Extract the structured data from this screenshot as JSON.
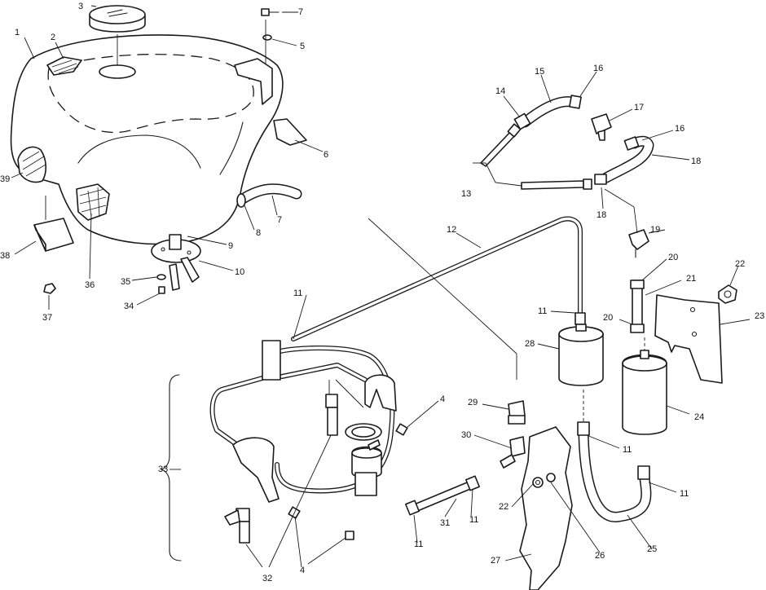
{
  "callouts": [
    {
      "id": "c1",
      "text": "1"
    },
    {
      "id": "c2",
      "text": "2"
    },
    {
      "id": "c3",
      "text": "3"
    },
    {
      "id": "c7a",
      "text": "7"
    },
    {
      "id": "c5",
      "text": "5"
    },
    {
      "id": "c6",
      "text": "6"
    },
    {
      "id": "c39",
      "text": "39"
    },
    {
      "id": "c8",
      "text": "8"
    },
    {
      "id": "c7b",
      "text": "7"
    },
    {
      "id": "c9",
      "text": "9"
    },
    {
      "id": "c10",
      "text": "10"
    },
    {
      "id": "c38",
      "text": "38"
    },
    {
      "id": "c36",
      "text": "36"
    },
    {
      "id": "c35",
      "text": "35"
    },
    {
      "id": "c34",
      "text": "34"
    },
    {
      "id": "c37",
      "text": "37"
    },
    {
      "id": "c14",
      "text": "14"
    },
    {
      "id": "c15",
      "text": "15"
    },
    {
      "id": "c16a",
      "text": "16"
    },
    {
      "id": "c17",
      "text": "17"
    },
    {
      "id": "c16b",
      "text": "16"
    },
    {
      "id": "c18a",
      "text": "18"
    },
    {
      "id": "c13",
      "text": "13"
    },
    {
      "id": "c18b",
      "text": "18"
    },
    {
      "id": "c12",
      "text": "12"
    },
    {
      "id": "c19",
      "text": "19"
    },
    {
      "id": "c20a",
      "text": "20"
    },
    {
      "id": "c21",
      "text": "21"
    },
    {
      "id": "c22a",
      "text": "22"
    },
    {
      "id": "c23",
      "text": "23"
    },
    {
      "id": "c11a",
      "text": "11"
    },
    {
      "id": "c11b",
      "text": "11"
    },
    {
      "id": "c20b",
      "text": "20"
    },
    {
      "id": "c28",
      "text": "28"
    },
    {
      "id": "c24",
      "text": "24"
    },
    {
      "id": "c4a",
      "text": "4"
    },
    {
      "id": "c29",
      "text": "29"
    },
    {
      "id": "c30",
      "text": "30"
    },
    {
      "id": "c11c",
      "text": "11"
    },
    {
      "id": "c11d",
      "text": "11"
    },
    {
      "id": "c33",
      "text": "33"
    },
    {
      "id": "c22b",
      "text": "22"
    },
    {
      "id": "c31",
      "text": "31"
    },
    {
      "id": "c11e",
      "text": "11"
    },
    {
      "id": "c11f",
      "text": "11"
    },
    {
      "id": "c26",
      "text": "26"
    },
    {
      "id": "c25",
      "text": "25"
    },
    {
      "id": "c27",
      "text": "27"
    },
    {
      "id": "c32",
      "text": "32"
    },
    {
      "id": "c4b",
      "text": "4"
    }
  ]
}
